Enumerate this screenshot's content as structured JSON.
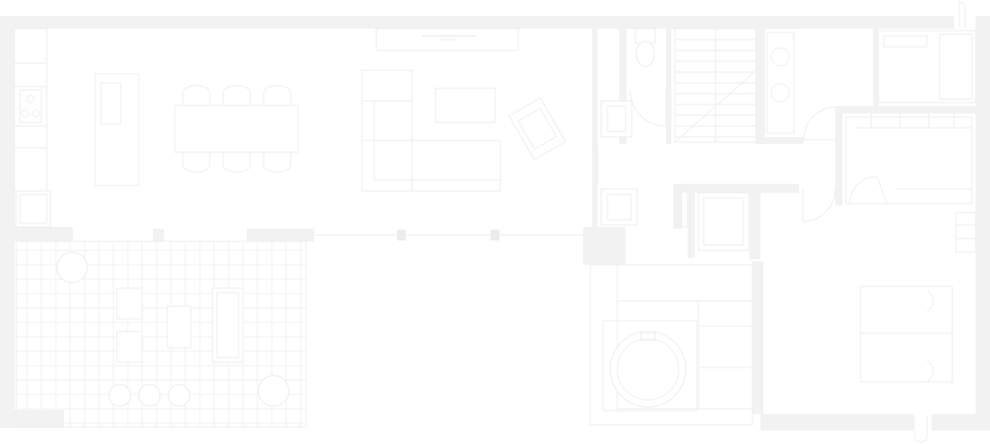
{
  "plan": {
    "palette": {
      "wall": "#f2f2f2",
      "line": "#eeeeee",
      "background": "#ffffff"
    },
    "rooms": [
      "kitchen",
      "dining",
      "living",
      "terrace",
      "toilet",
      "stairs",
      "washroom",
      "closet",
      "hallway",
      "bathroom",
      "bedroom"
    ]
  }
}
